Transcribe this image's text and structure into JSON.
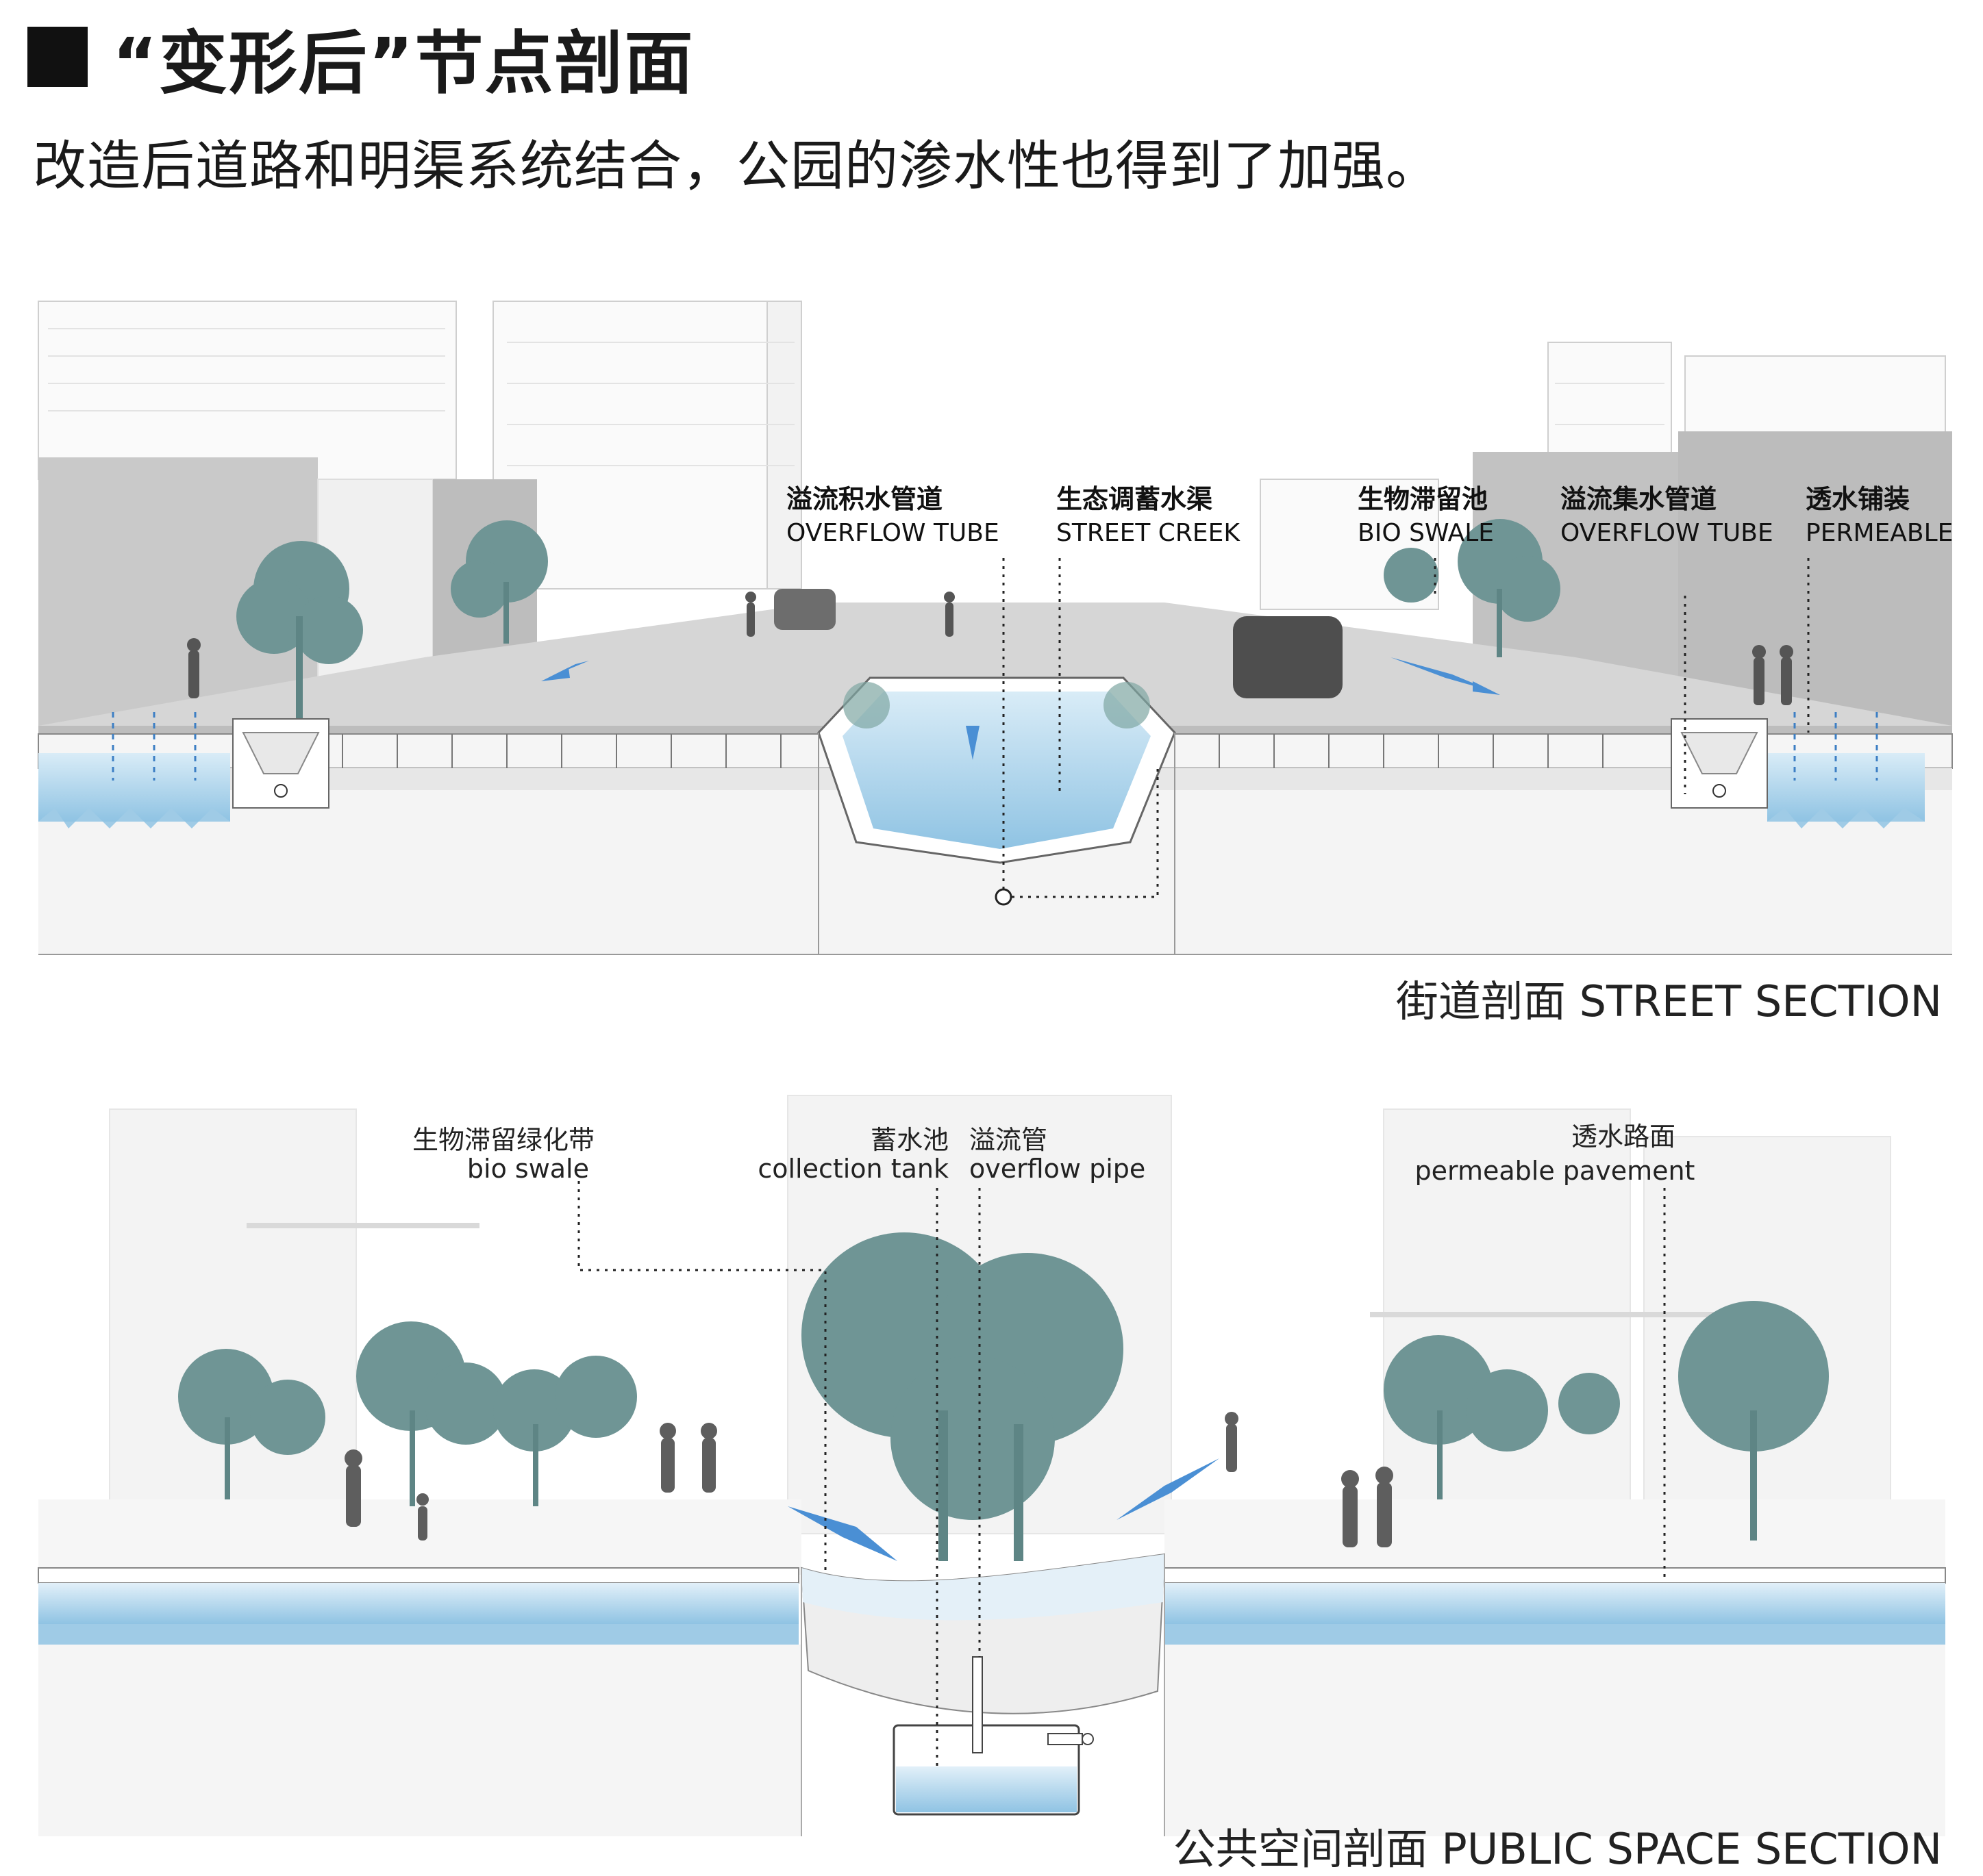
{
  "heading": {
    "title": "“变形后”节点剖面",
    "subtitle": "改造后道路和明渠系统结合，公园的渗水性也得到了加强。"
  },
  "street_section": {
    "caption": "街道剖面 STREET SECTION",
    "labels": [
      {
        "cn": "溢流积水管道",
        "en": "OVERFLOW TUBE"
      },
      {
        "cn": "生态调蓄水渠",
        "en": "STREET CREEK"
      },
      {
        "cn": "生物滞留池",
        "en": "BIO SWALE"
      },
      {
        "cn": "溢流集水管道",
        "en": "OVERFLOW TUBE"
      },
      {
        "cn": "透水铺装",
        "en": "PERMEABLE"
      }
    ]
  },
  "public_section": {
    "caption": "公共空间剖面 PUBLIC SPACE SECTION",
    "labels": [
      {
        "cn": "生物滞留绿化带",
        "en": "bio swale"
      },
      {
        "cn": "蓄水池",
        "en": "collection tank"
      },
      {
        "cn": "溢流管",
        "en": "overflow pipe"
      },
      {
        "cn": "透水路面",
        "en": "permeable pavement"
      }
    ]
  },
  "colors": {
    "water": "#9fcbe6",
    "water_dark": "#5a9fd0",
    "tree": "#6f9595",
    "building": "#c8c8c8",
    "ground": "#efefef"
  }
}
